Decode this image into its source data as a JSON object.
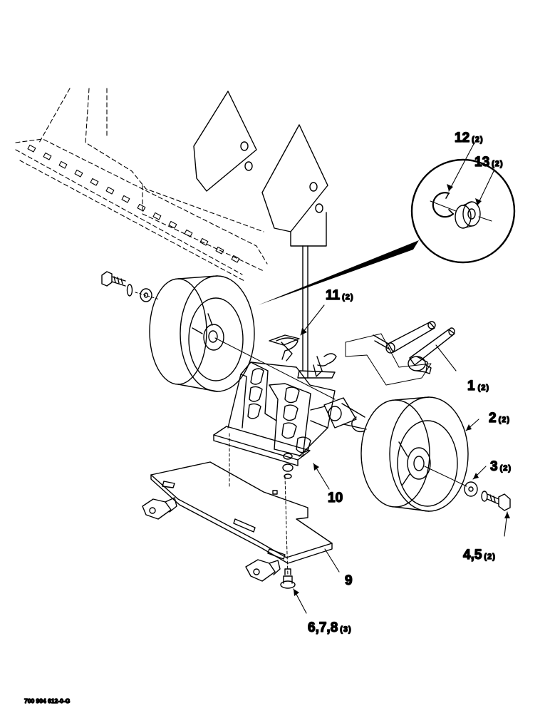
{
  "callouts": {
    "c1": {
      "num": "1",
      "qty": "(2)"
    },
    "c2": {
      "num": "2",
      "qty": "(2)"
    },
    "c3": {
      "num": "3",
      "qty": "(2)"
    },
    "c45": {
      "num": "4,5",
      "qty": "(2)"
    },
    "c678": {
      "num": "6,7,8",
      "qty": "(3)"
    },
    "c9": {
      "num": "9"
    },
    "c10": {
      "num": "10"
    },
    "c11": {
      "num": "11",
      "qty": "(2)"
    },
    "c12": {
      "num": "12",
      "qty": "(2)"
    },
    "c13": {
      "num": "13",
      "qty": "(2)"
    }
  },
  "figure_code": "700 904 612-0-G",
  "colors": {
    "line": "#000000",
    "background": "#ffffff"
  }
}
